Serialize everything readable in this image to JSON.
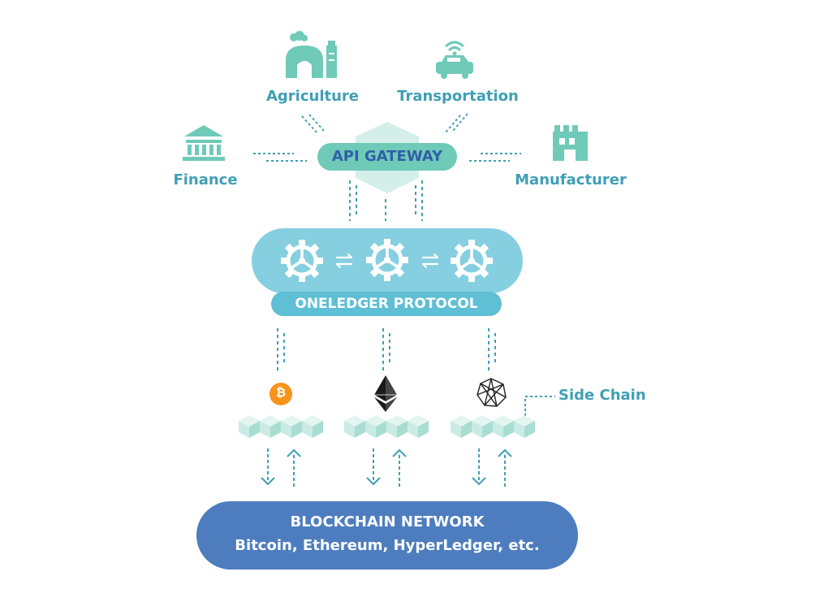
{
  "colors": {
    "teal": "#6fcab8",
    "teal_light": "#d4efea",
    "blue_protocol": "#85cfe0",
    "label_band": "#5fbfd4",
    "text_teal": "#3f9fb4",
    "network_blue": "#4d7dbf",
    "bitcoin_orange": "#f7931a",
    "white": "#ffffff"
  },
  "sectors": {
    "agriculture": {
      "label": "Agriculture",
      "icon": "farm-icon"
    },
    "transportation": {
      "label": "Transportation",
      "icon": "connected-car-icon"
    },
    "finance": {
      "label": "Finance",
      "icon": "bank-icon"
    },
    "manufacturer": {
      "label": "Manufacturer",
      "icon": "factory-icon"
    }
  },
  "gateway": {
    "label": "API GATEWAY"
  },
  "protocol": {
    "label": "ONELEDGER PROTOCOL",
    "icons": [
      "gear-icon",
      "exchange-arrows-icon",
      "gear-icon",
      "exchange-arrows-icon",
      "gear-icon"
    ]
  },
  "chains": [
    {
      "icon": "bitcoin-icon",
      "glyph": "₿"
    },
    {
      "icon": "ethereum-icon"
    },
    {
      "icon": "hyperledger-icon"
    }
  ],
  "side_chain": {
    "label": "Side Chain"
  },
  "network": {
    "title": "BLOCKCHAIN NETWORK",
    "subtitle": "Bitcoin, Ethereum, HyperLedger, etc."
  }
}
